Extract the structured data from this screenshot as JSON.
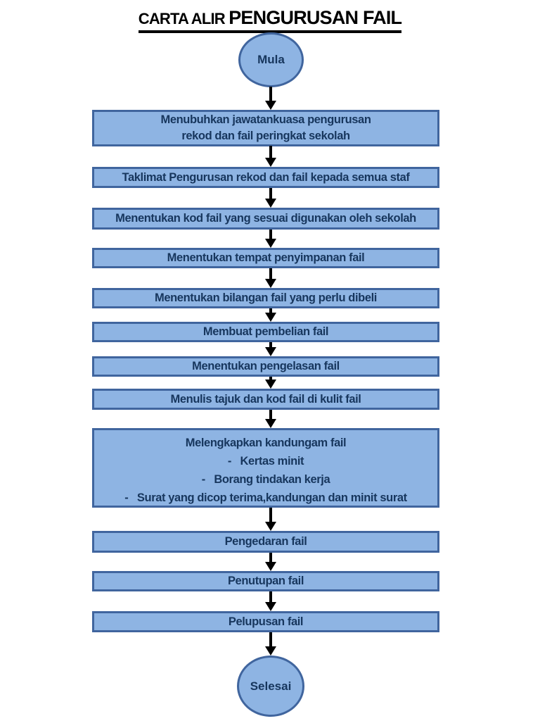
{
  "title": {
    "part1": "CARTA ALIR ",
    "part2": "PENGURUSAN FAIL"
  },
  "start_node": {
    "label": "Mula"
  },
  "end_node": {
    "label": "Selesai"
  },
  "steps": [
    {
      "lines": [
        "Menubuhkan jawatankuasa pengurusan",
        "rekod dan fail peringkat sekolah"
      ]
    },
    {
      "lines": [
        "Taklimat Pengurusan rekod dan fail kepada semua staf"
      ]
    },
    {
      "lines": [
        "Menentukan kod fail yang sesuai digunakan oleh sekolah"
      ]
    },
    {
      "lines": [
        "Menentukan tempat penyimpanan fail"
      ]
    },
    {
      "lines": [
        "Menentukan bilangan fail yang perlu dibeli"
      ]
    },
    {
      "lines": [
        "Membuat pembelian fail"
      ]
    },
    {
      "lines": [
        "Menentukan pengelasan fail"
      ]
    },
    {
      "lines": [
        "Menulis tajuk dan kod fail di kulit fail"
      ]
    },
    {
      "lines": [
        "Melengkapkan kandungam fail",
        "-   Kertas minit",
        "-   Borang tindakan kerja",
        "-   Surat yang dicop terima,kandungan dan minit surat"
      ]
    },
    {
      "lines": [
        "Pengedaran fail"
      ]
    },
    {
      "lines": [
        "Penutupan fail"
      ]
    },
    {
      "lines": [
        "Pelupusan fail"
      ]
    }
  ],
  "colors": {
    "box_fill": "#8EB4E3",
    "box_border": "#40659E",
    "box_text": "#17365D",
    "title_text": "#000000",
    "arrow": "#000000",
    "background": "#FFFFFF"
  }
}
